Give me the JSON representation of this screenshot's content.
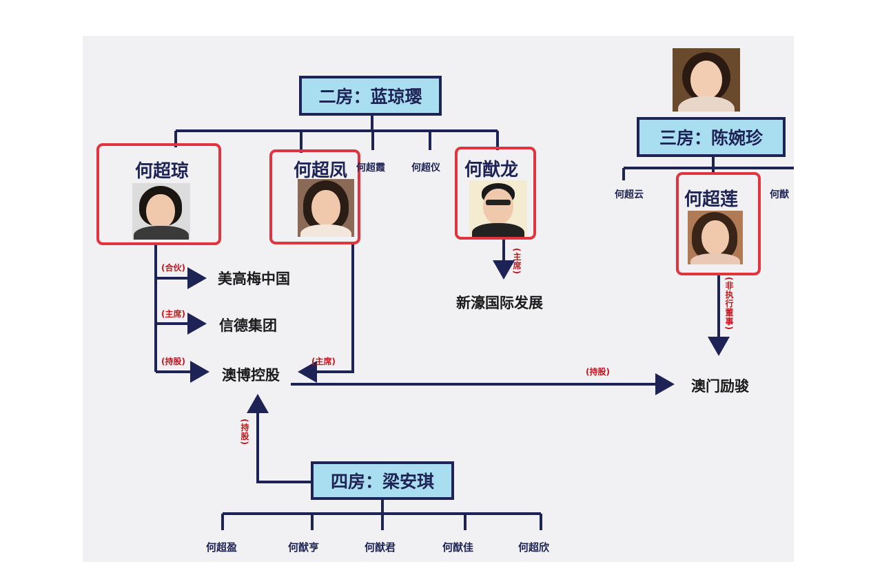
{
  "houses": {
    "second": "二房：蓝琼璎",
    "third": "三房：陈婉珍",
    "fourth": "四房：梁安琪"
  },
  "people": {
    "he_chaoqiong": "何超琼",
    "he_chaofeng": "何超凤",
    "he_chaoxia": "何超霞",
    "he_chaoyi": "何超仪",
    "he_youlong": "何猷龙",
    "he_chaoyun": "何超云",
    "he_chaolian": "何超莲",
    "he_cut": "何猷",
    "he_chaoying": "何超盈",
    "he_youheng": "何猷亨",
    "he_youjun": "何猷君",
    "he_youjia": "何猷佳",
    "he_chaoxin": "何超欣"
  },
  "entities": {
    "mgm": "美高梅中国",
    "shun_tak": "信德集团",
    "sjm": "澳博控股",
    "ngai_lam": "新濠国际发展",
    "macau_legend": "澳门励骏"
  },
  "relations": {
    "partner": "(合伙)",
    "chair_1": "(主席)",
    "shares_1": "(持股)",
    "chair_2": "(主席)",
    "chair_3": "(主席)",
    "shares_2": "(持股)",
    "nonexec": "(非执行董事)",
    "shares_3": "(持股)"
  },
  "colors": {
    "box_fill": "#a9def0",
    "line": "#1e2355",
    "highlight": "#e0353f",
    "relation": "#c4161c"
  }
}
